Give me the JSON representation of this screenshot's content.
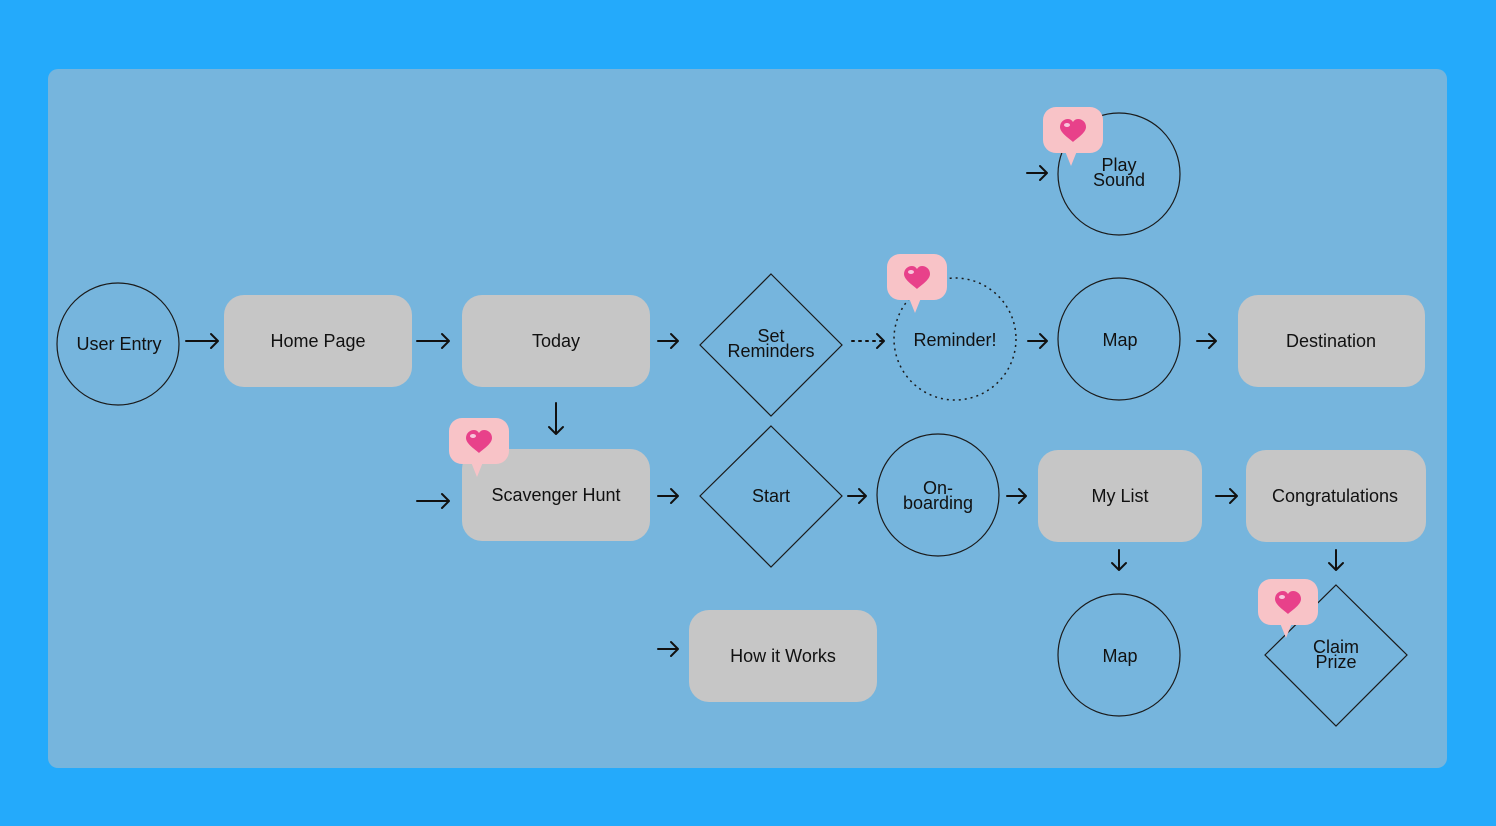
{
  "colors": {
    "page_background": "#24aafb",
    "board_background": "#76b5dd",
    "box_fill": "#c6c6c6",
    "outline": "#1a1a1a",
    "badge_fill": "#f8c3c7",
    "heart": "#e8418a"
  },
  "nodes": {
    "user_entry": "User Entry",
    "home_page": "Home Page",
    "today": "Today",
    "set_reminders": [
      "Set",
      "Reminders"
    ],
    "reminder": "Reminder!",
    "map_top": "Map",
    "destination": "Destination",
    "play_sound": [
      "Play",
      "Sound"
    ],
    "scavenger_hunt": "Scavenger Hunt",
    "start": "Start",
    "onboarding": [
      "On-",
      "boarding"
    ],
    "my_list": "My List",
    "congratulations": "Congratulations",
    "how_it_works": "How it Works",
    "map_bottom": "Map",
    "claim_prize": [
      "Claim",
      "Prize"
    ]
  },
  "badges": [
    "heart-icon",
    "heart-icon",
    "heart-icon",
    "heart-icon"
  ]
}
